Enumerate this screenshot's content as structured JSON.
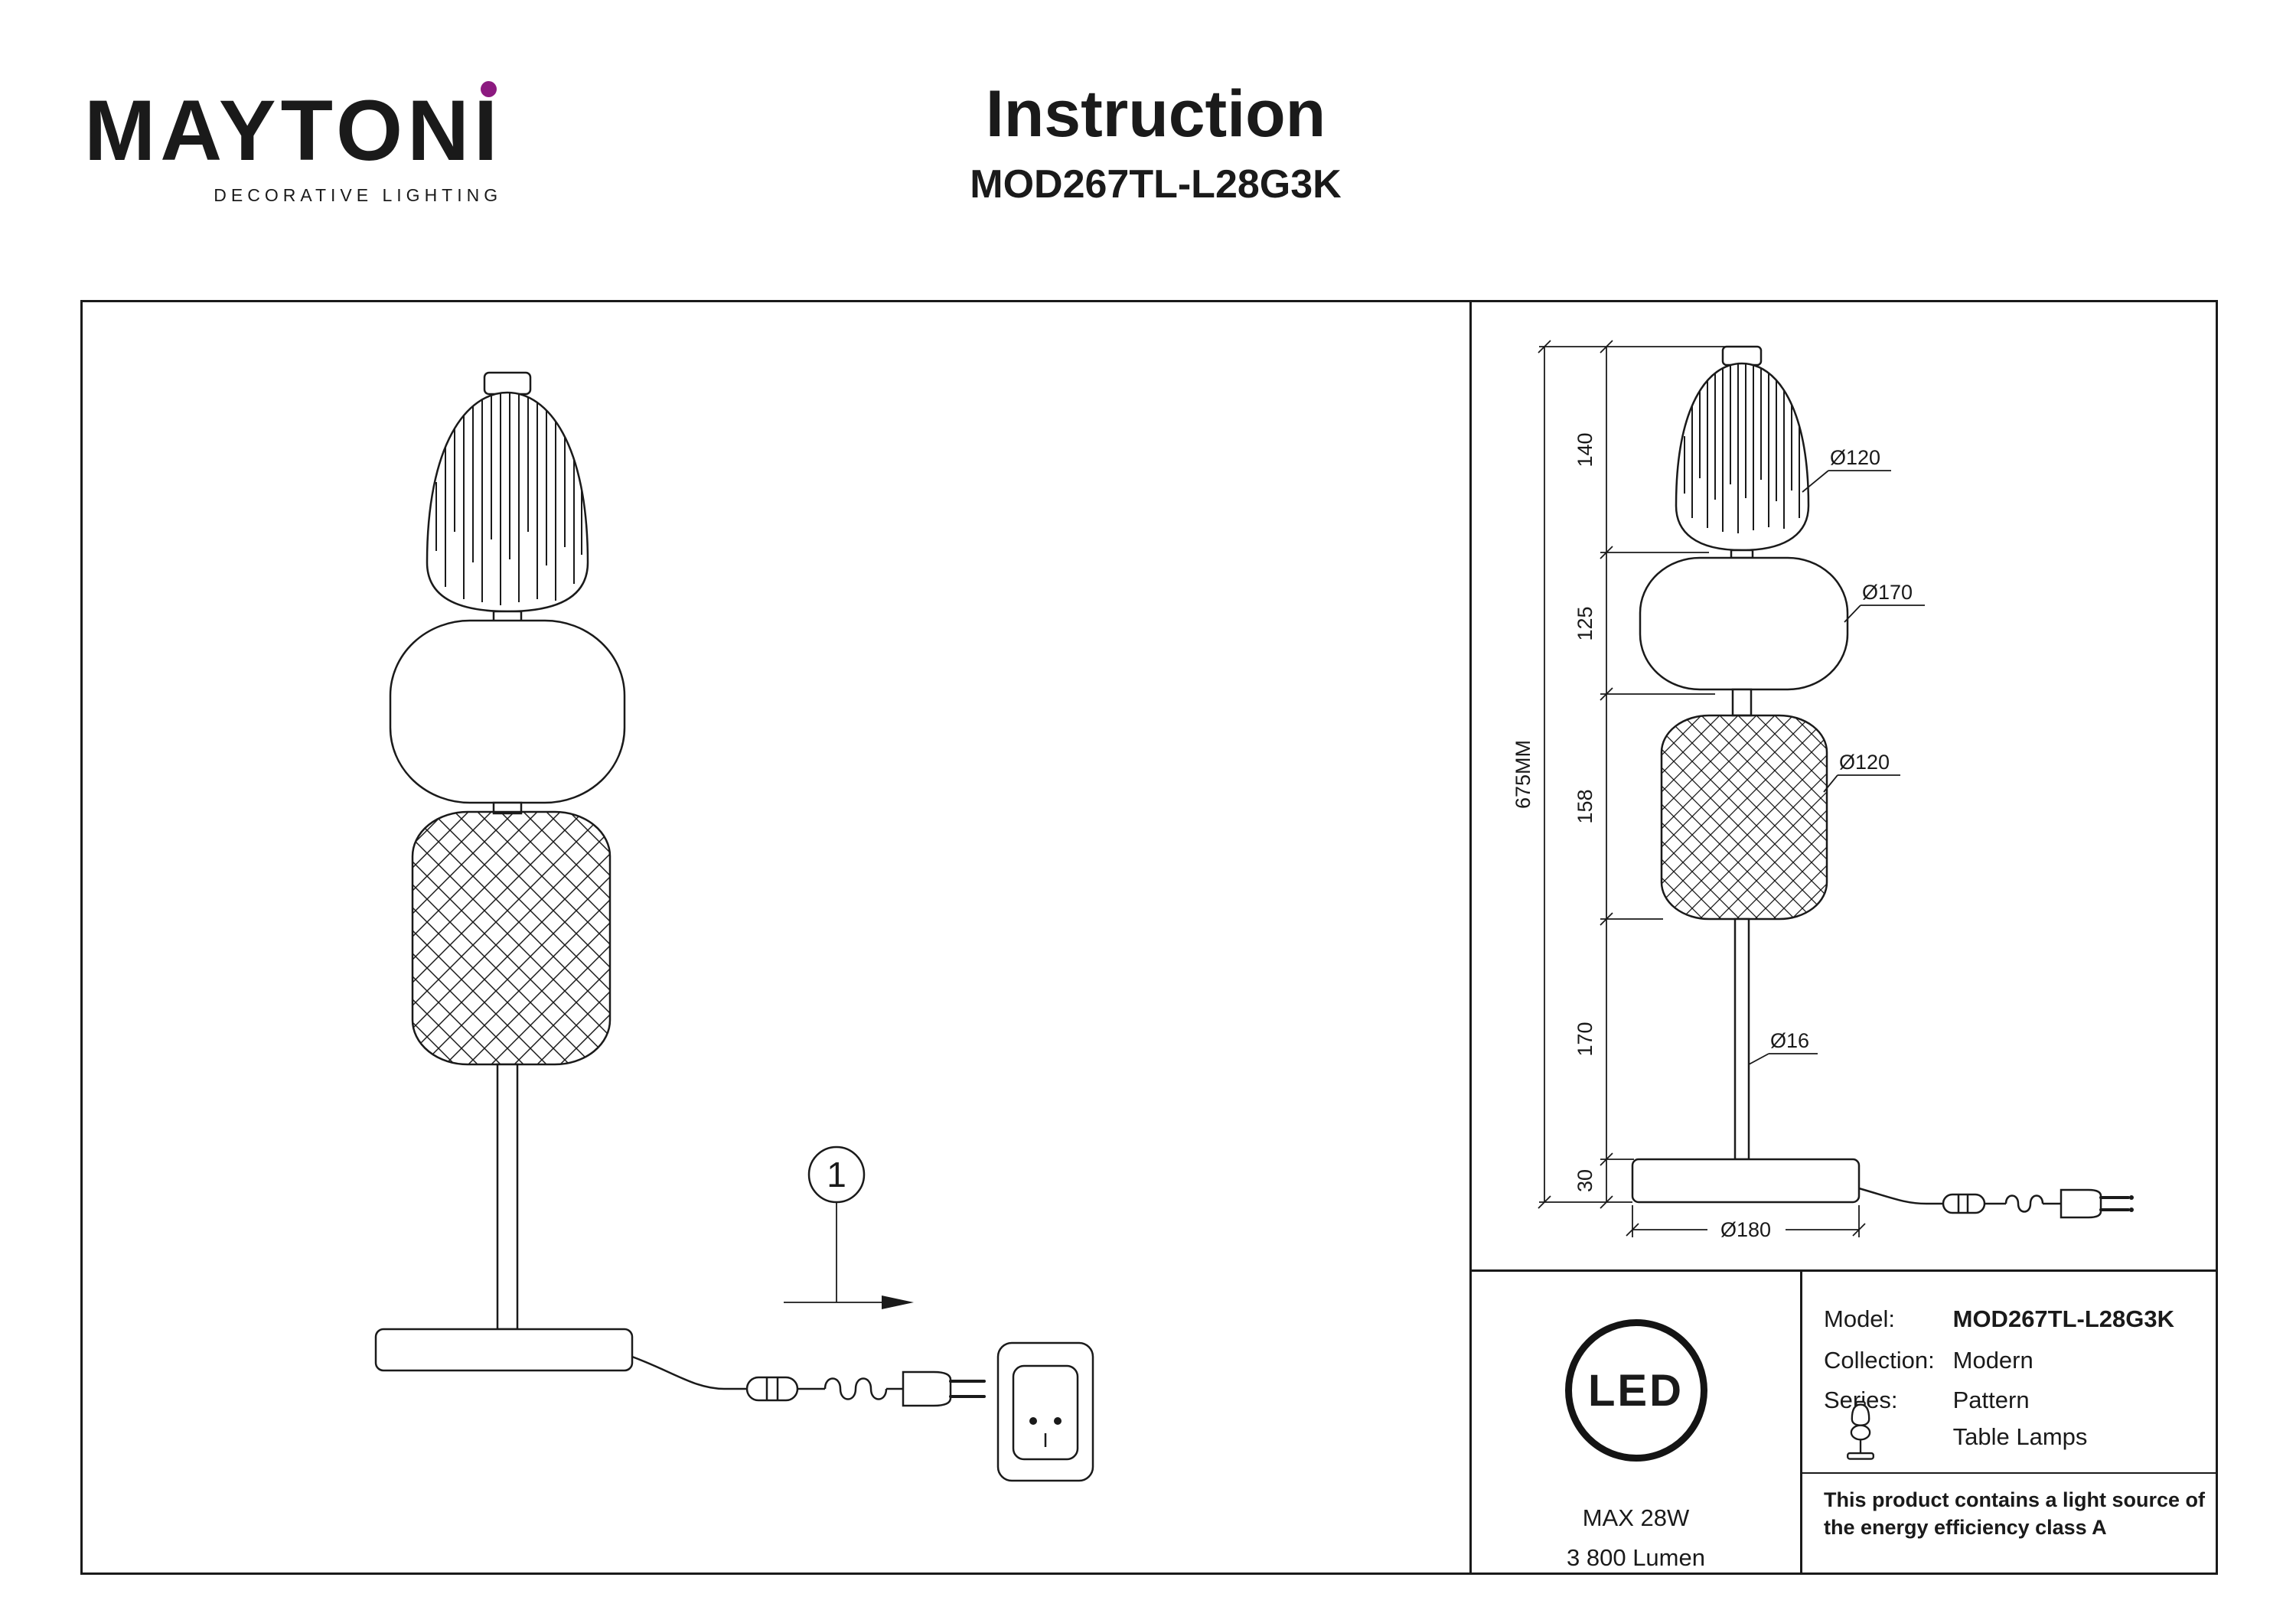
{
  "brand": {
    "logo_main": "MAYTON",
    "logo_last": "I",
    "tagline": "DECORATIVE LIGHTING",
    "dot_color": "#8c1a80"
  },
  "header": {
    "title": "Instruction",
    "model": "MOD267TL-L28G3K"
  },
  "diagram": {
    "callout": "1"
  },
  "dimensions": {
    "overall": "675MM",
    "segments": [
      "140",
      "125",
      "158",
      "170",
      "30"
    ],
    "diameters": [
      "Ø120",
      "Ø170",
      "Ø120",
      "Ø16",
      "Ø180"
    ]
  },
  "led_panel": {
    "badge": "LED",
    "max_power": "MAX 28W",
    "lumen": "3 800 Lumen"
  },
  "specs_panel": {
    "rows": [
      {
        "label": "Model:",
        "value": "MOD267TL-L28G3K"
      },
      {
        "label": "Collection:",
        "value": "Modern"
      },
      {
        "label": "Series:",
        "value": "Pattern"
      },
      {
        "label": "",
        "value": "Table Lamps"
      }
    ],
    "note": "This product contains a light source of the energy efficiency class A"
  },
  "icons": {
    "led_badge": "circle-outline-LED",
    "series_icon": "table-lamp",
    "plug_icon": "power-plug",
    "socket_icon": "wall-socket",
    "switch_icon": "inline-cord-switch",
    "brand_dot": "purple-dot",
    "callout_arrow": "right-arrow"
  },
  "colors": {
    "line": "#1a1a1a",
    "accent_dot": "#8c1a80"
  }
}
